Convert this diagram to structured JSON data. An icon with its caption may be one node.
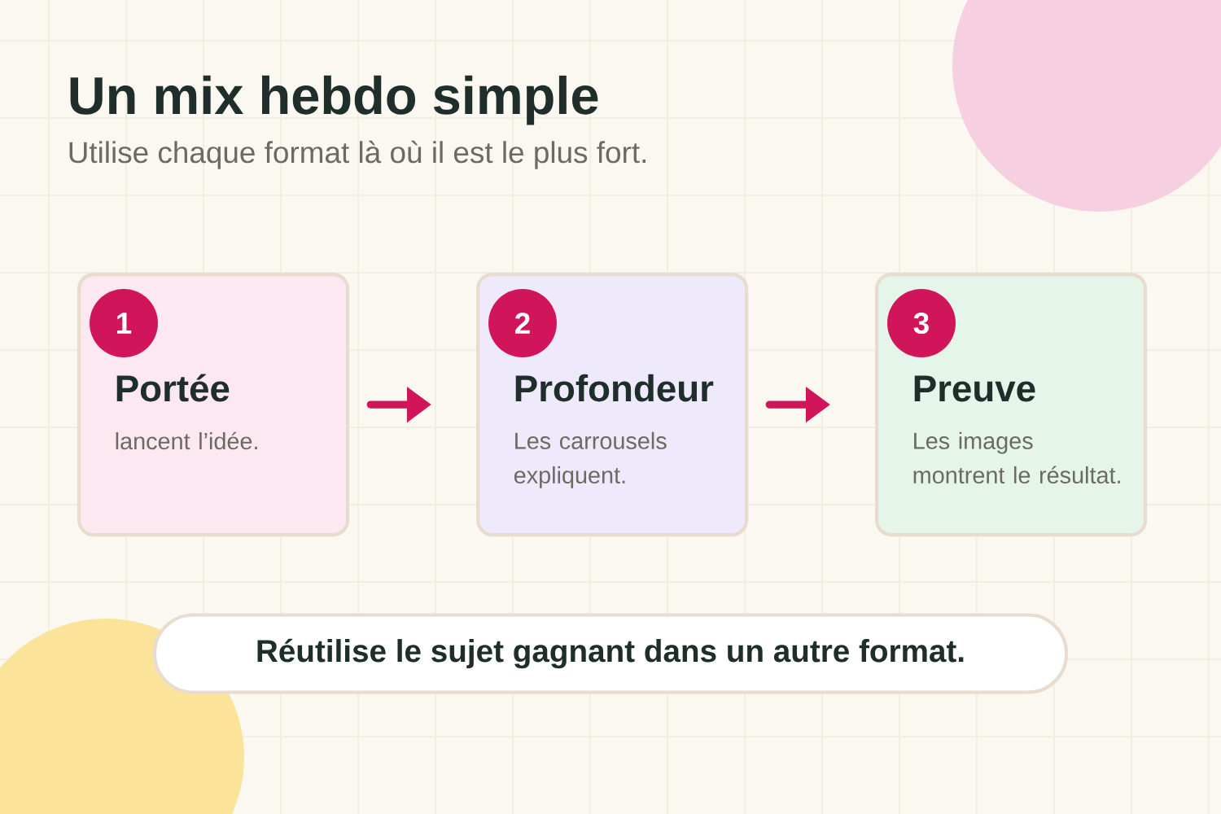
{
  "diagram": {
    "title": "Un mix hebdo simple",
    "nodes": [
      {
        "text": [
          "Portée",
          "lancent l’idée."
        ]
      },
      {
        "text": [
          "1"
        ],
        "in": 0
      },
      {
        "text": [
          "Profondeur",
          "Les carrousels expliquent."
        ]
      },
      {
        "text": [
          "2"
        ],
        "in": 2
      },
      {
        "text": [
          "Preuve",
          "Les images montrent le résultat."
        ]
      },
      {
        "text": [
          "3"
        ],
        "in": 4
      },
      {
        "text": [
          "Réutilise le sujet gagnant dans un autre format."
        ]
      }
    ],
    "edges": [
      {
        "from": 0,
        "to": 2,
        "arrow": "to"
      },
      {
        "from": 2,
        "to": 4,
        "arrow": "to"
      }
    ],
    "labels": [
      "Utilise chaque format là où il est le plus fort."
    ]
  }
}
